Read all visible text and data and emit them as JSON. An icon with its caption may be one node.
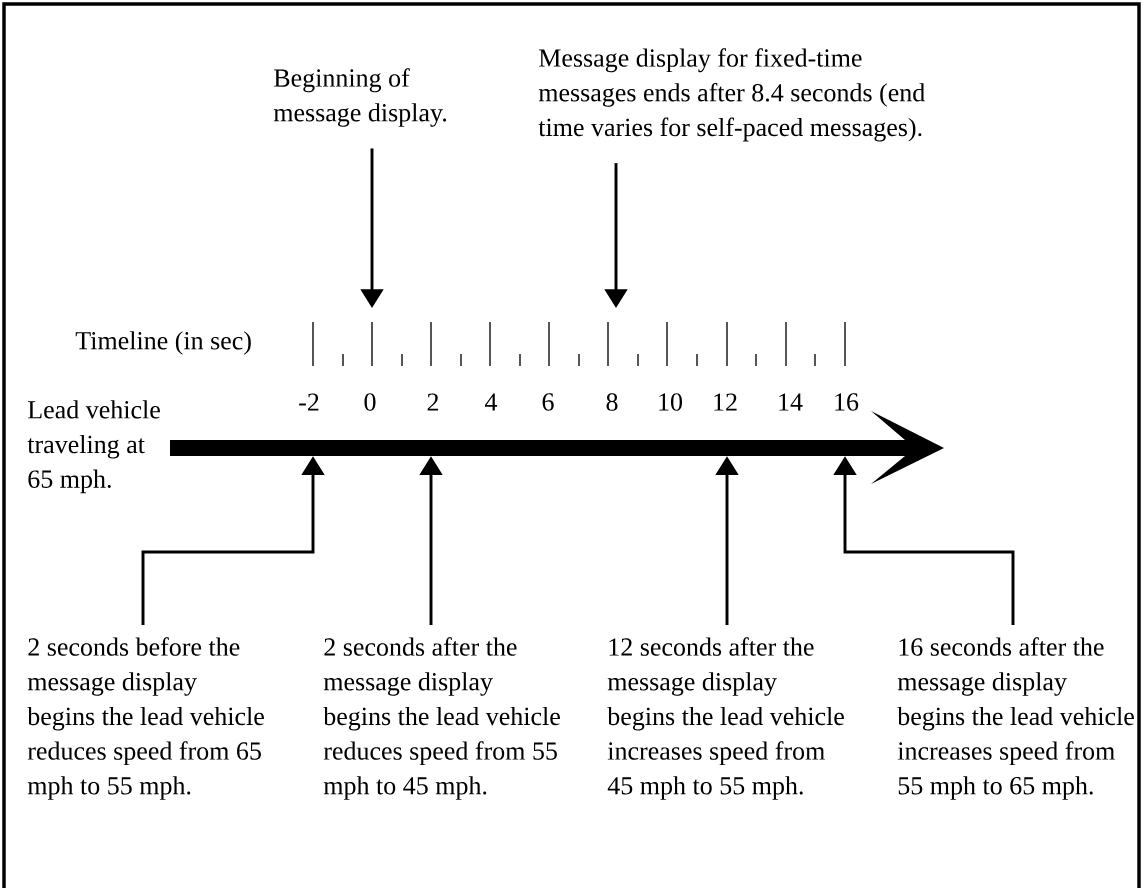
{
  "diagram": {
    "nodes": [
      {
        "text": [
          "Beginning of message display."
        ]
      },
      {
        "text": [
          "Message display for fixed-time messages ends after 8.4 seconds (end time varies for self-paced messages)."
        ]
      },
      {
        "text": [],
        "shape": "arrow",
        "beside": [
          "Lead vehicle traveling at 65 mph."
        ]
      },
      {
        "text": [
          "2 seconds before the message display begins the lead vehicle reduces speed from 65 mph to 55 mph."
        ]
      },
      {
        "text": [
          "2 seconds after the message display begins the lead vehicle reduces speed from 55 mph to 45 mph."
        ]
      },
      {
        "text": [
          "12 seconds after the message display begins the lead vehicle increases speed from 45 mph to 55 mph."
        ]
      },
      {
        "text": [
          "16 seconds after the message display begins the lead vehicle increases speed from 55 mph to 65 mph."
        ]
      }
    ],
    "edges": [
      {
        "from": 0,
        "to": null,
        "arrow": "to"
      },
      {
        "from": 1,
        "to": null,
        "arrow": "to"
      },
      {
        "from": 3,
        "to": 2,
        "arrow": "to"
      },
      {
        "from": 4,
        "to": 2,
        "arrow": "to"
      },
      {
        "from": 5,
        "to": 2,
        "arrow": "to"
      },
      {
        "from": 6,
        "to": 2,
        "arrow": "to"
      }
    ],
    "labels": [
      "Timeline (in sec)",
      "-2",
      "0",
      "2",
      "4",
      "6",
      "8",
      "10",
      "12",
      "14",
      "16"
    ]
  }
}
